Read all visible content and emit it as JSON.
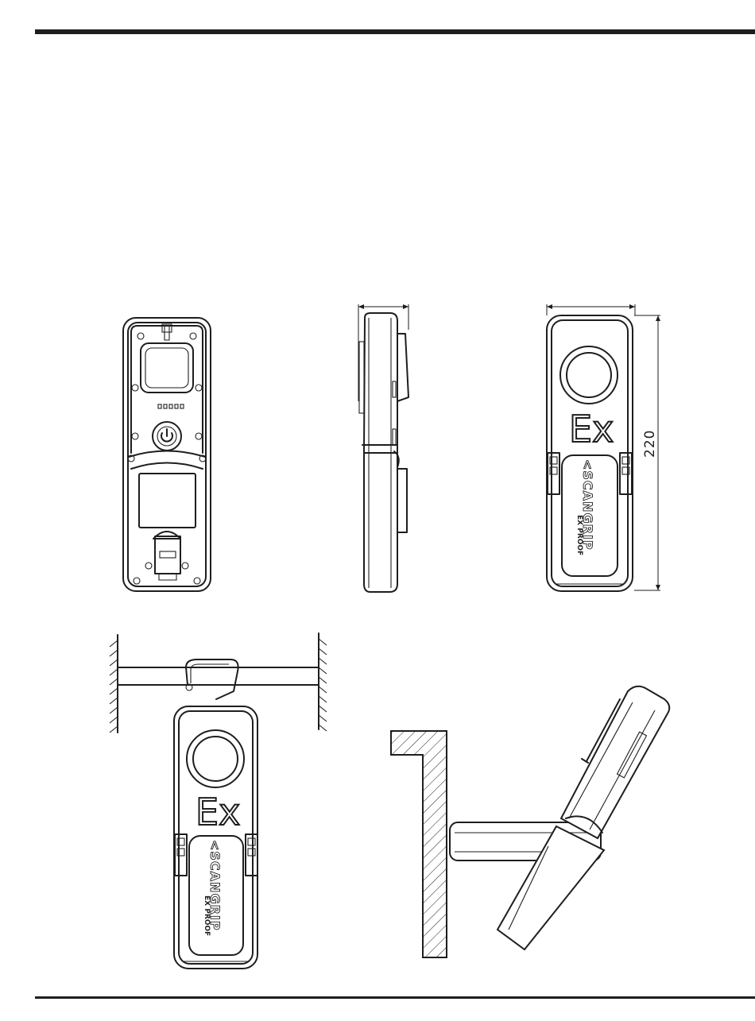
{
  "dimensions": {
    "height_label": "220"
  },
  "front_view": {
    "ex_mark": "Ex",
    "brand": "<SCANGRIP",
    "subtitle": "EX PROOF"
  },
  "hanging_view": {
    "ex_mark": "Ex",
    "brand": "<SCANGRIP",
    "subtitle": "EX PROOF"
  }
}
